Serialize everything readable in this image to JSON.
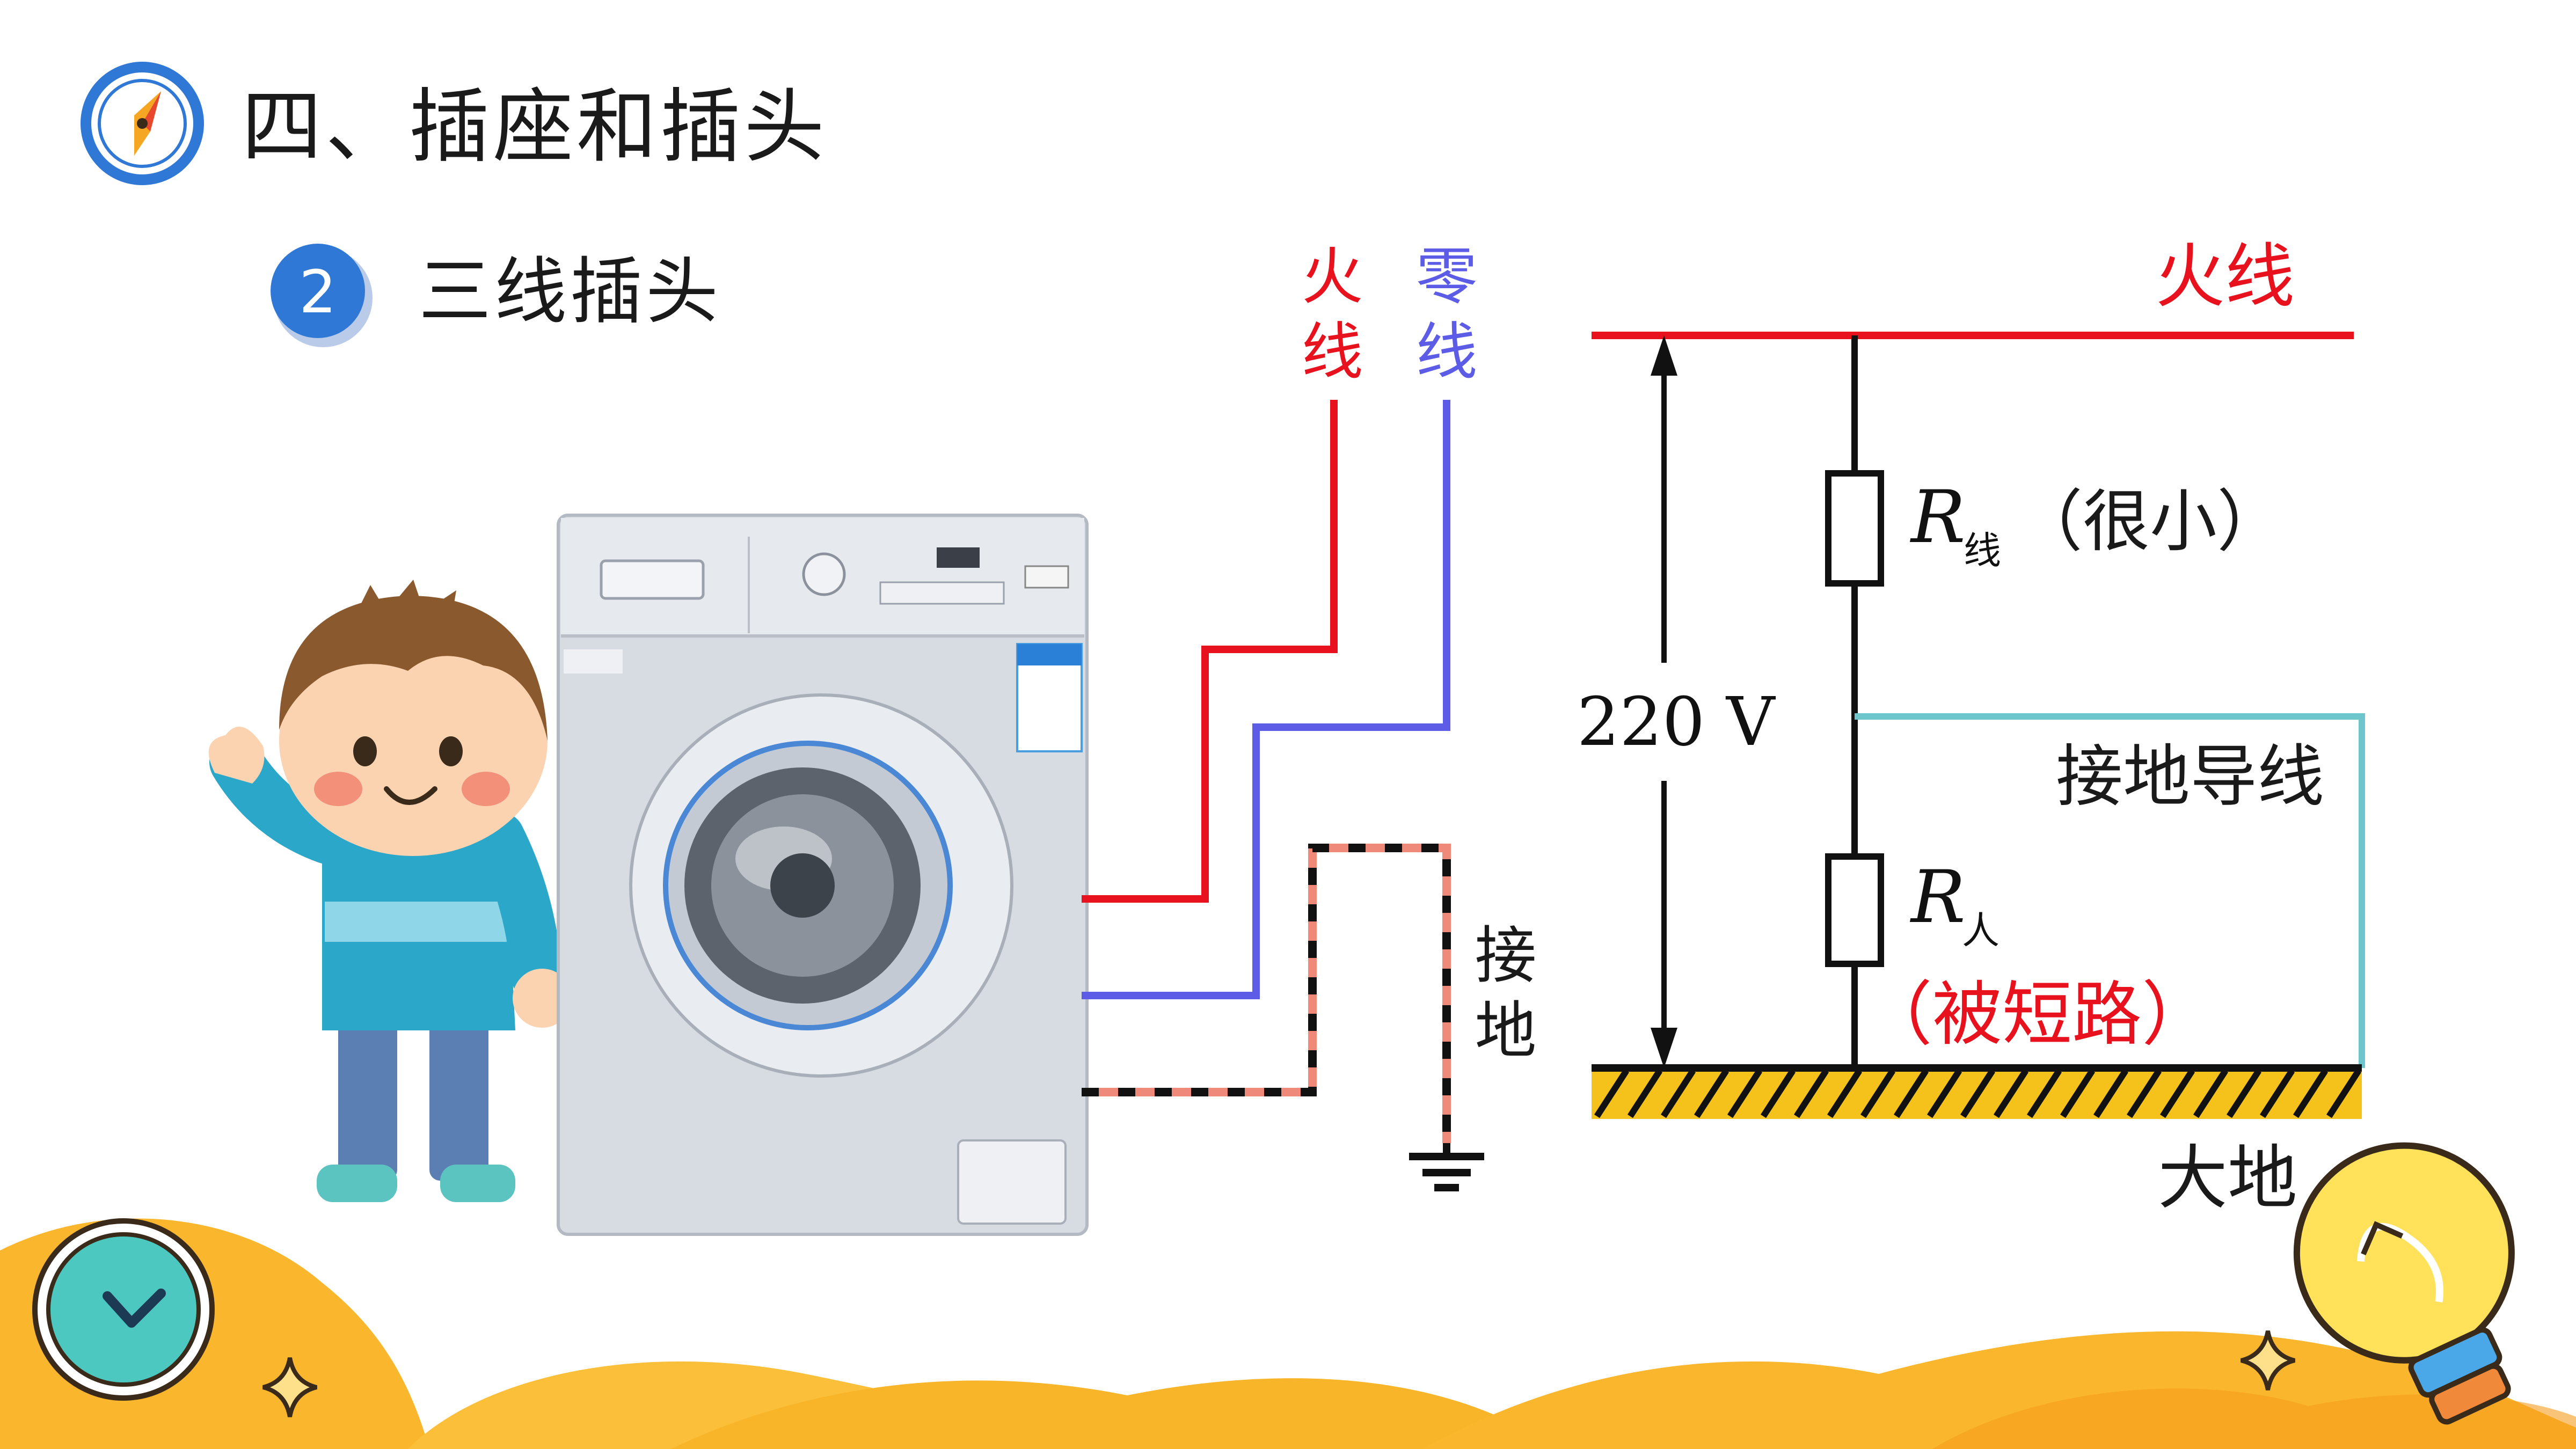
{
  "header": {
    "title": "四、插座和插头",
    "section_number": "2",
    "section_title": "三线插头"
  },
  "colors": {
    "accent_blue": "#2f78d6",
    "live_wire": "#e8121e",
    "neutral_wire": "#5c5ce6",
    "ground_wire": "#ef8a7a",
    "ground_lead": "#6cc6cc",
    "ground_hatch": "#f5c21b",
    "footer_yellow": "#f9b52a"
  },
  "left_diagram": {
    "live_label": "火线",
    "neutral_label": "零线",
    "ground_label": "接地",
    "appliance": "washing-machine",
    "character": "boy-waving"
  },
  "right_diagram": {
    "live_label": "火线",
    "voltage_label": "220 V",
    "r_wire_symbol": "R",
    "r_wire_sub": "线",
    "r_wire_note": "（很小）",
    "ground_lead_label": "接地导线",
    "r_person_symbol": "R",
    "r_person_sub": "人",
    "r_person_note": "（被短路）",
    "earth_label": "大地"
  },
  "icons": [
    "compass-icon",
    "clock-icon",
    "lightbulb-icon",
    "sparkle-icon",
    "ground-symbol-icon"
  ]
}
